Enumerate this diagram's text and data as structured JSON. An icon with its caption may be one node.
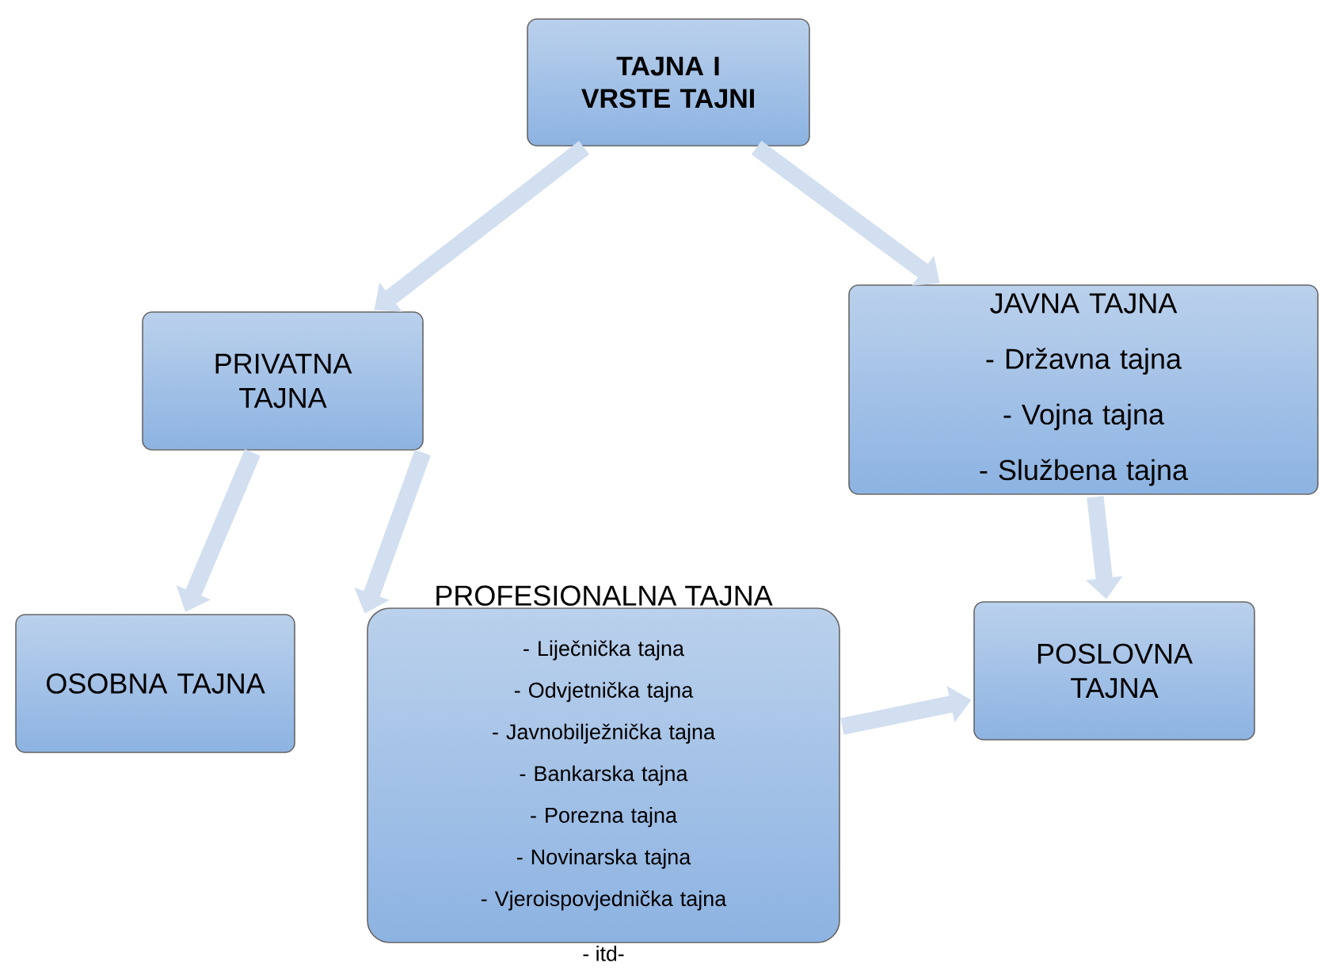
{
  "diagram": {
    "nodes": [
      {
        "text": [
          "TAJNA I VRSTE TAJNI"
        ]
      },
      {
        "text": [
          "PRIVATNA TAJNA"
        ]
      },
      {
        "text": [
          "JAVNA TAJNA",
          "- Državna tajna",
          "- Vojna tajna",
          "- Službena tajna"
        ]
      },
      {
        "text": [
          "OSOBNA TAJNA"
        ]
      },
      {
        "text": [
          "PROFESIONALNA TAJNA",
          "- Liječnička tajna",
          "- Odvjetnička tajna",
          "- Javnobilježnička tajna",
          "- Bankarska tajna",
          "- Porezna tajna",
          "- Novinarska tajna",
          "- Vjeroispovjednička tajna"
        ],
        "beside": [
          "- itd-"
        ]
      },
      {
        "text": [
          "POSLOVNA TAJNA"
        ]
      }
    ],
    "edges": [
      {
        "from": 0,
        "to": 1,
        "arrow": "to"
      },
      {
        "from": 0,
        "to": 2,
        "arrow": "to"
      },
      {
        "from": 1,
        "to": 3,
        "arrow": "to"
      },
      {
        "from": 1,
        "to": 4,
        "arrow": "to"
      },
      {
        "from": 2,
        "to": 5,
        "arrow": "to"
      },
      {
        "from": 4,
        "to": 5,
        "arrow": "to"
      }
    ]
  }
}
